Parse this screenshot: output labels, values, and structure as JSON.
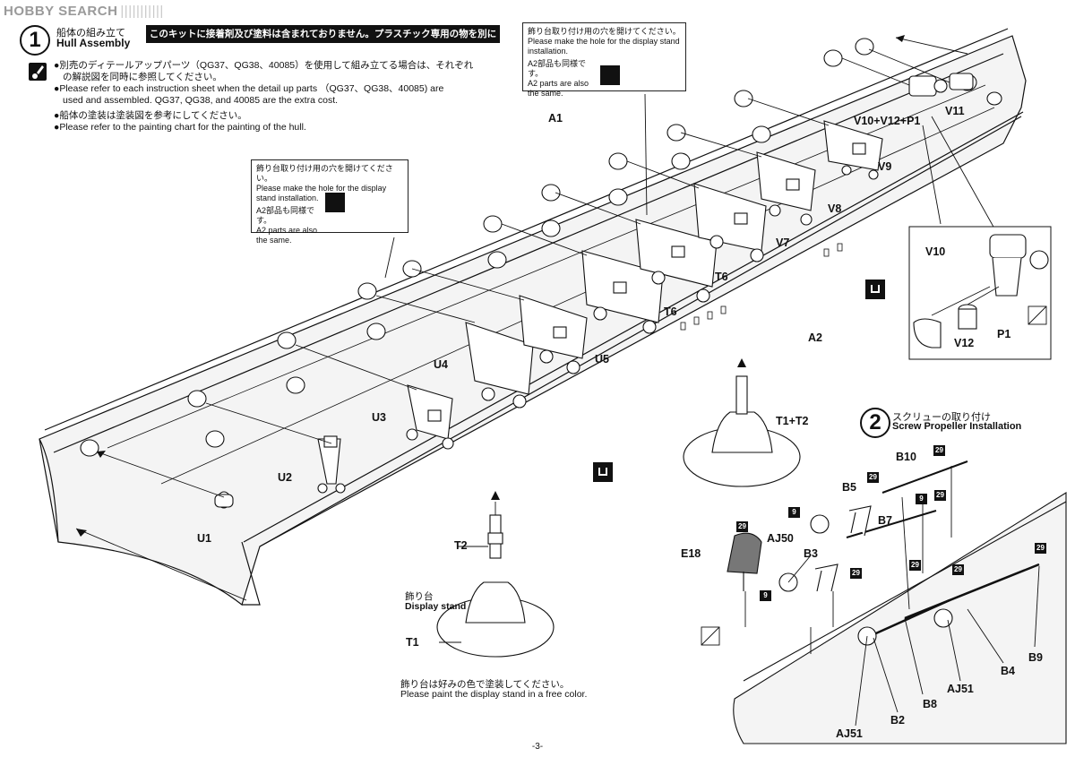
{
  "watermark": {
    "text": "HOBBY SEARCH"
  },
  "step1": {
    "number": "1",
    "title_jp": "船体の組み立て",
    "title_en": "Hull Assembly"
  },
  "notice": "このキットに接着剤及び塗料は含まれておりません。プラスチック専用の物を別にお求め下さい。",
  "notes": [
    "●別売のディテールアップパーツ（QG37、QG38、40085）を使用して組み立てる場合は、それぞれ",
    "の解説図を同時に参照してください。",
    "●Please refer to each instruction sheet when the detail up parts （QG37、QG38、40085) are",
    "used and assembled. QG37, QG38, and 40085 are the extra cost.",
    "●船体の塗装は塗装図を参考にしてください。",
    "●Please refer to the painting chart for the painting of the hull."
  ],
  "callout_top": {
    "jp": "飾り台取り付け用の穴を開けてください。",
    "en": "Please make the hole for the display stand installation.",
    "same_jp": "A2部品も同様です。",
    "same_en": "A2 parts are also the same."
  },
  "callout_left": {
    "jp": "飾り台取り付け用の穴を開けてください。",
    "en": "Please make the hole for the display stand installation.",
    "same_jp": "A2部品も同様です。",
    "same_en": "A2 parts are also the same."
  },
  "parts": {
    "a1": "A1",
    "a2": "A2",
    "u1": "U1",
    "u2": "U2",
    "u3": "U3",
    "u4": "U4",
    "u5": "U5",
    "t6a": "T6",
    "t6b": "T6",
    "v7": "V7",
    "v8": "V8",
    "v9": "V9",
    "v11": "V11",
    "v_combo": "V10+V12+P1",
    "v10": "V10",
    "v12": "V12",
    "p1": "P1",
    "t1t2": "T1+T2",
    "t2": "T2",
    "t1": "T1"
  },
  "display_stand": {
    "jp": "飾り台",
    "en": "Display stand"
  },
  "paint_note": {
    "jp": "飾り台は好みの色で塗装してください。",
    "en": "Please paint the display stand in a free color."
  },
  "step2": {
    "number": "2",
    "title_jp": "スクリューの取り付け",
    "title_en": "Screw Propeller Installation"
  },
  "step2_parts": {
    "b10": "B10",
    "b5": "B5",
    "b7": "B7",
    "b3": "B3",
    "aj50": "AJ50",
    "e18": "E18",
    "b9": "B9",
    "b4": "B4",
    "aj51a": "AJ51",
    "b8": "B8",
    "b2": "B2",
    "aj51b": "AJ51"
  },
  "paint_codes": {
    "c29a": "29",
    "c29b": "29",
    "c9a": "9",
    "c9b": "9",
    "c29c": "29",
    "c29d": "29",
    "c29e": "29",
    "c29f": "29",
    "c29g": "29",
    "c9c": "9",
    "c29h": "29"
  },
  "footer": {
    "page": "-3-"
  }
}
